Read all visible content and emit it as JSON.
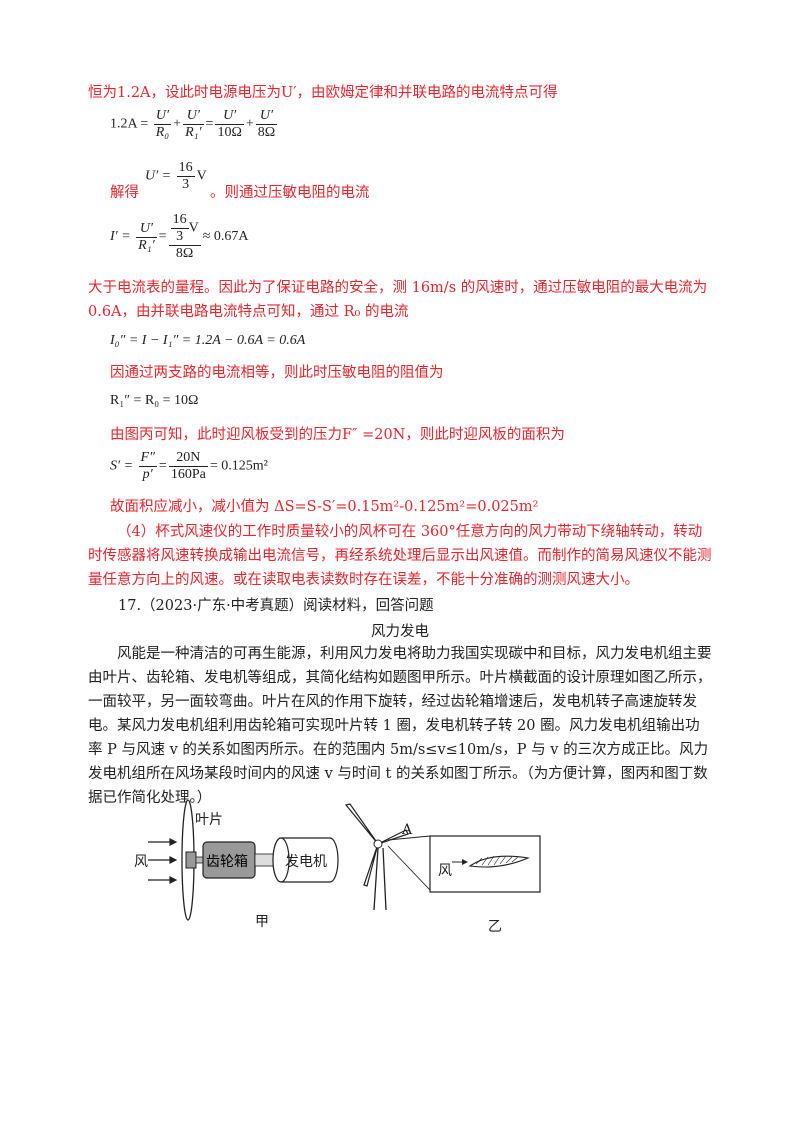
{
  "lines": {
    "l1": "恒为1.2A，设此时电源电压为U′，由欧姆定律和并联电路的电流特点可得",
    "eq1_lhs": "1.2A =",
    "eq1_n1": "U′",
    "eq1_d1": "R₀",
    "eq1_n2": "U′",
    "eq1_d2": "R₁′",
    "eq1_n3": "U′",
    "eq1_d3": "10Ω",
    "eq1_n4": "U′",
    "eq1_d4": "8Ω",
    "solve_label": "解得",
    "eq2_lhs": "U′ =",
    "eq2_num": "16",
    "eq2_den": "3",
    "eq2_unit": "V",
    "l_current": "。则通过压敏电阻的电流",
    "eq3_lhs": "I′ =",
    "eq3_n1": "U′",
    "eq3_d1": "R₁′",
    "eq3_inner_num": "16",
    "eq3_inner_den": "3",
    "eq3_inner_unit": "V",
    "eq3_den2": "8Ω",
    "eq3_rhs": "≈ 0.67A",
    "l4a": "大于电流表的量程。因此为了保证电路的安全，测 16m/s 的风速时，通过压敏电阻的最大电流为",
    "l4b": "0.6A，由并联电路电流特点可知，通过 R₀ 的电流",
    "eq4": "I₀″ = I − I₁″ = 1.2A − 0.6A = 0.6A",
    "l5": "因通过两支路的电流相等，则此时压敏电阻的阻值为",
    "eq5": "R₁″ = R₀ = 10Ω",
    "l6": "由图丙可知，此时迎风板受到的压力F″ =20N，则此时迎风板的面积为",
    "eq6_lhs": "S′ =",
    "eq6_n1": "F″",
    "eq6_d1": "p′",
    "eq6_n2": "20N",
    "eq6_d2": "160Pa",
    "eq6_rhs": "= 0.125m²",
    "l7": "故面积应减小，减小值为  ΔS=S-S′=0.15m²-0.125m²=0.025m²",
    "p4": "（4）杯式风速仪的工作时质量较小的风杯可在 360°任意方向的风力带动下绕轴转动，转动时传感器将风速转换成输出电流信号，再经系统处理后显示出风速值。而制作的简易风速仪不能测量任意方向上的风速。或在读取电表读数时存在误差，不能十分准确的测测风速大小。",
    "q17": "17.（2023·广东·中考真题）阅读材料，回答问题",
    "title": "风力发电",
    "body": "风能是一种清洁的可再生能源，利用风力发电将助力我国实现碳中和目标，风力发电机组主要由叶片、齿轮箱、发电机等组成，其简化结构如题图甲所示。叶片横截面的设计原理如图乙所示，一面较平，另一面较弯曲。叶片在风的作用下旋转，经过齿轮箱增速后，发电机转子高速旋转发电。某风力发电机组利用齿轮箱可实现叶片转 1 圈，发电机转子转 20 圈。风力发电机组输出功率 P 与风速 v 的关系如图丙所示。在的范围内 5m/s≤v≤10m/s，P 与 v 的三次方成正比。风力发电机组所在风场某段时间内的风速 v 与时间 t 的关系如图丁所示。（为方便计算，图丙和图丁数据已作简化处理。）"
  },
  "figure": {
    "blade_label": "叶片",
    "wind_label": "风",
    "gearbox_label": "齿轮箱",
    "generator_label": "发电机",
    "jia": "甲",
    "point_a": "A",
    "wind_label2": "风",
    "yi": "乙"
  }
}
